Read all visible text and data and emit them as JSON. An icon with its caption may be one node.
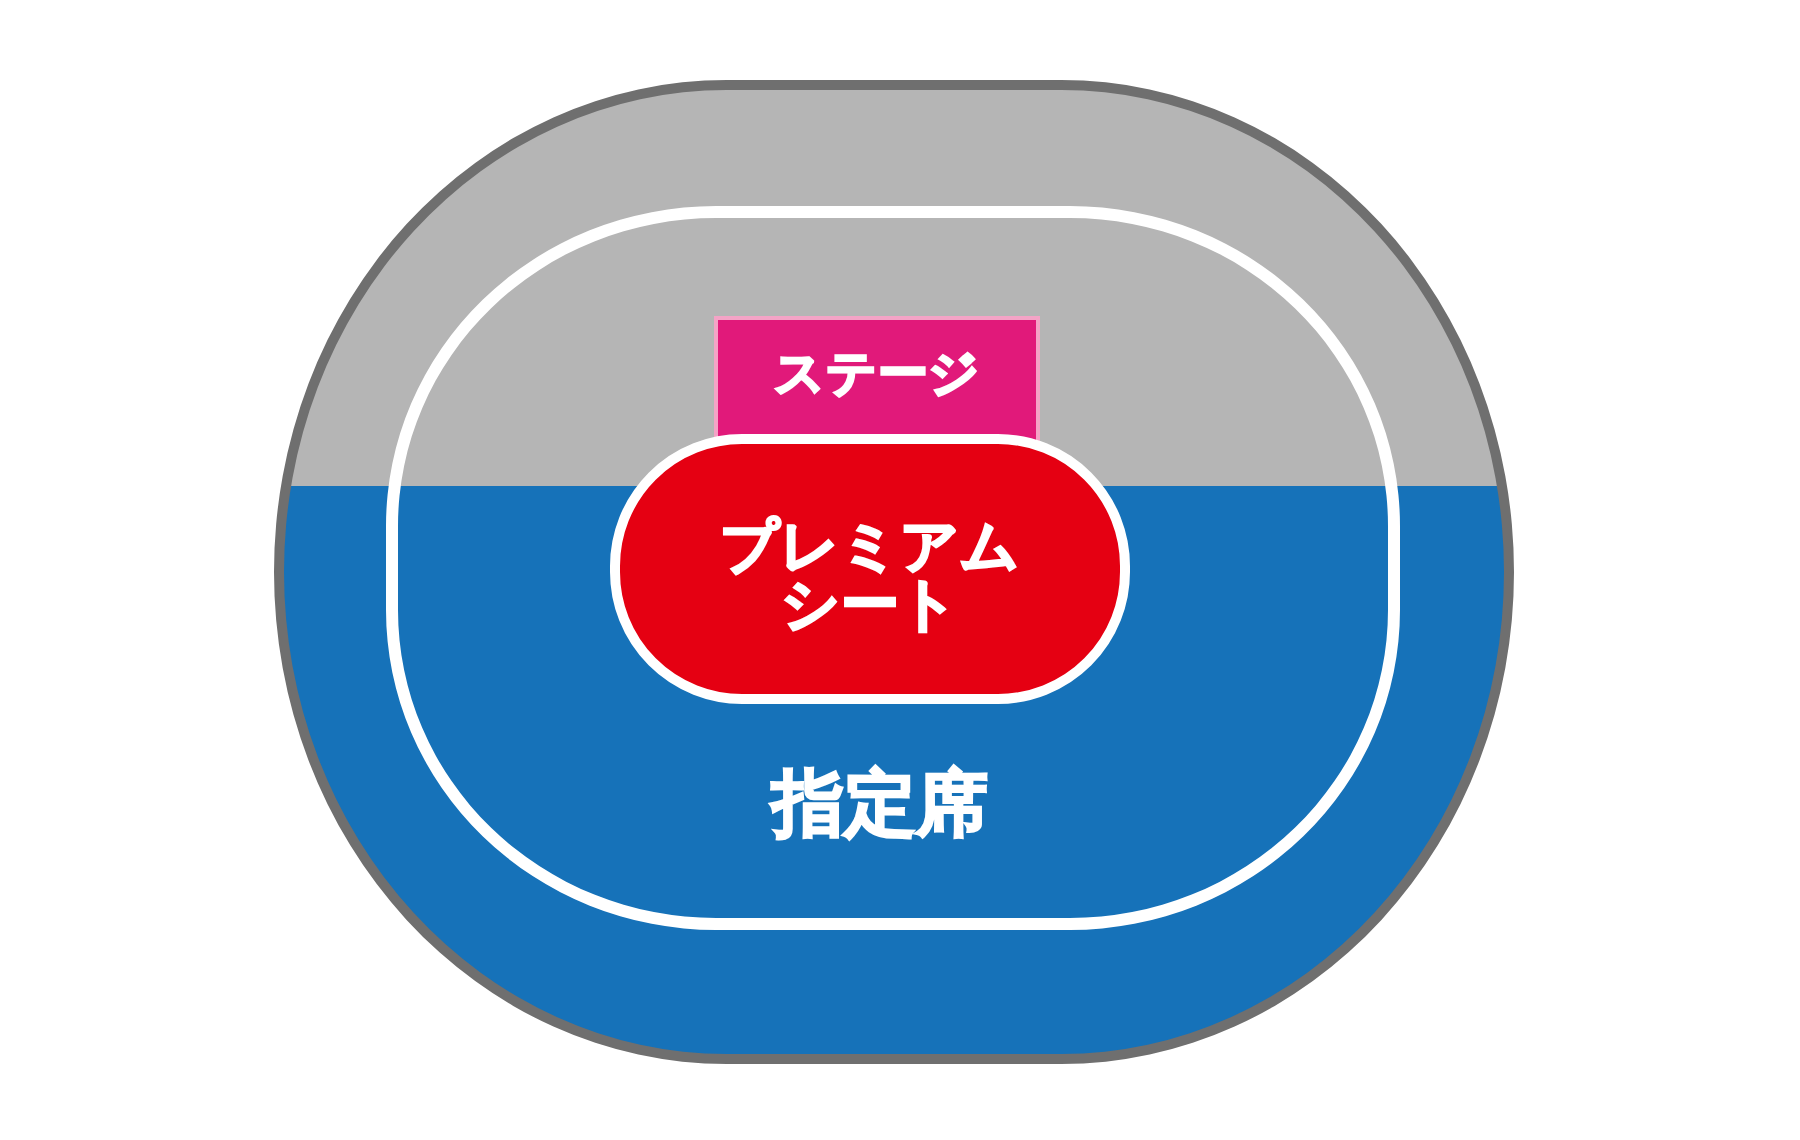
{
  "diagram": {
    "nodes": [
      {
        "text": [],
        "shape": "oval"
      },
      {
        "text": [
          "指定席"
        ],
        "in": 0
      },
      {
        "text": [
          "ステージ"
        ],
        "in": 1
      },
      {
        "text": [
          "プレミアムシート"
        ],
        "in": 1
      }
    ]
  }
}
